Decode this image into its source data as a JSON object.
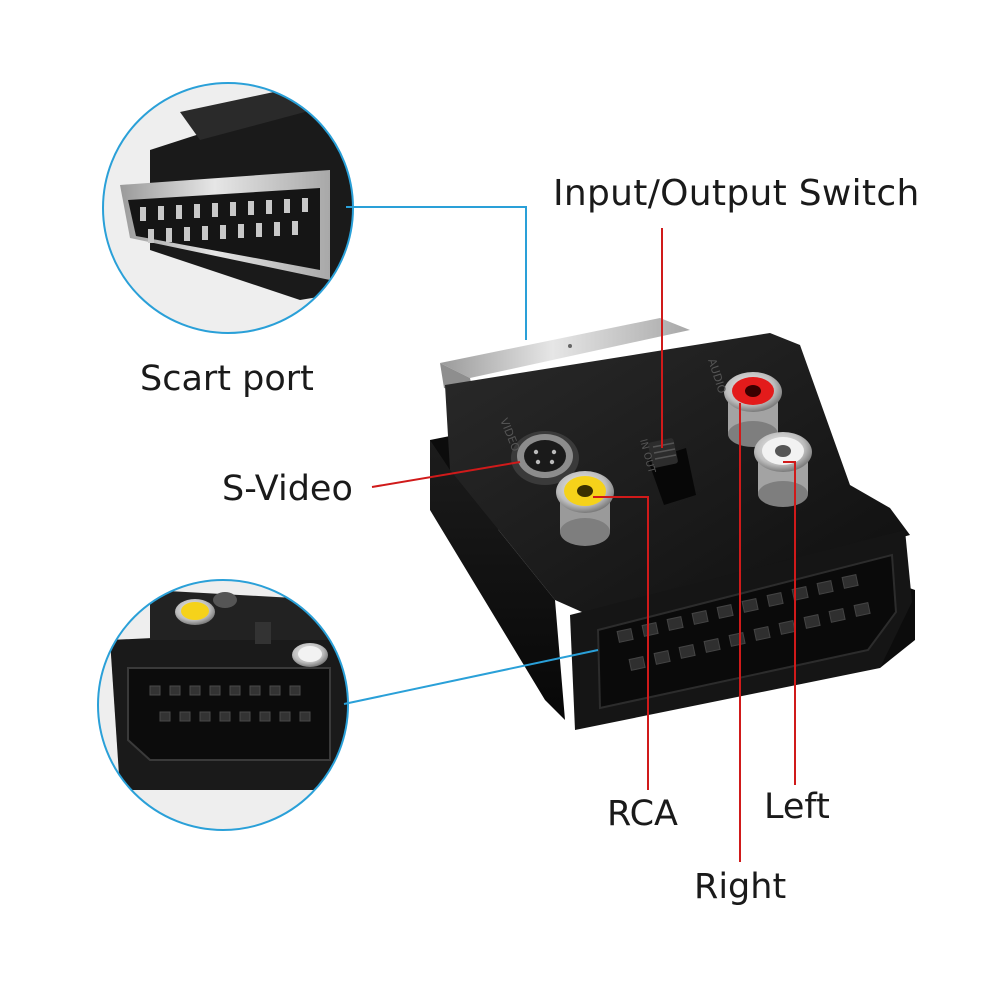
{
  "labels": {
    "switch": "Input/Output Switch",
    "scart": "Scart port",
    "svideo": "S-Video",
    "rca": "RCA",
    "left": "Left",
    "right": "Right"
  },
  "colors": {
    "callout_blue": "#2aa0d8",
    "callout_red": "#d01a1a",
    "adapter_black": "#161616",
    "rca_yellow": "#f5d21a",
    "rca_red": "#e31b1b",
    "rca_white": "#f2f2f2",
    "chrome": "#c8c8c8"
  },
  "product_markings": {
    "svideo_port": "VIDEO",
    "audio_port": "AUDIO",
    "switch": "IN OUT"
  }
}
